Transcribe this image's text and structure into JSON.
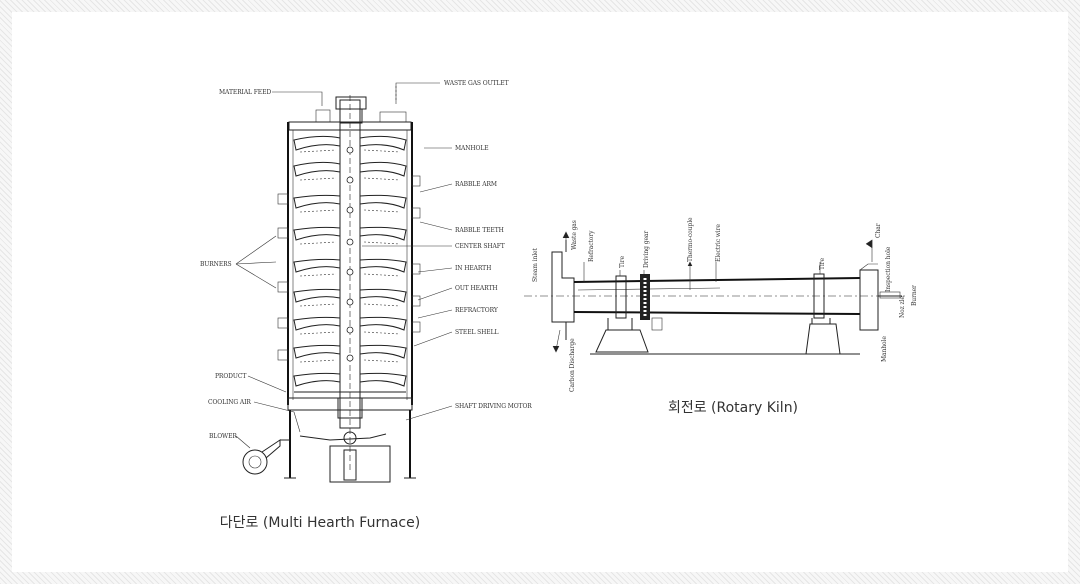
{
  "mhf": {
    "caption": "다단로 (Multi Hearth Furnace)",
    "labels": {
      "material_feed": "MATERIAL FEED",
      "waste_gas_outlet": "WASTE GAS OUTLET",
      "manhole": "MANHOLE",
      "rabble_arm": "RABBLE ARM",
      "rabble_teeth": "RABBLE TEETH",
      "center_shaft": "CENTER SHAFT",
      "in_hearth": "IN HEARTH",
      "out_hearth": "OUT HEARTH",
      "refractory": "REFRACTORY",
      "steel_shell": "STEEL SHELL",
      "burners": "BURNERS",
      "product": "PRODUCT",
      "cooling_air": "COOLING AIR",
      "blower": "BLOWER",
      "shaft_driving_motor": "SHAFT DRIVING MOTOR"
    }
  },
  "kiln": {
    "caption": "회전로 (Rotary Kiln)",
    "labels": {
      "steam_inlet": "Steam inlet",
      "waste_gas": "Waste gas",
      "refractory": "Refractory",
      "tire_left": "Tire",
      "driving_gear": "Driving gear",
      "thermo_couple": "Thermo-couple",
      "electric_wire": "Electric wire",
      "tire_right": "Tire",
      "char": "Char",
      "inspection_hole": "Inspection hole",
      "burner": "Burner",
      "nozzle": "Noz zle",
      "manhole": "Manhole",
      "carbon_discharge": "Carbon Discharge"
    }
  }
}
